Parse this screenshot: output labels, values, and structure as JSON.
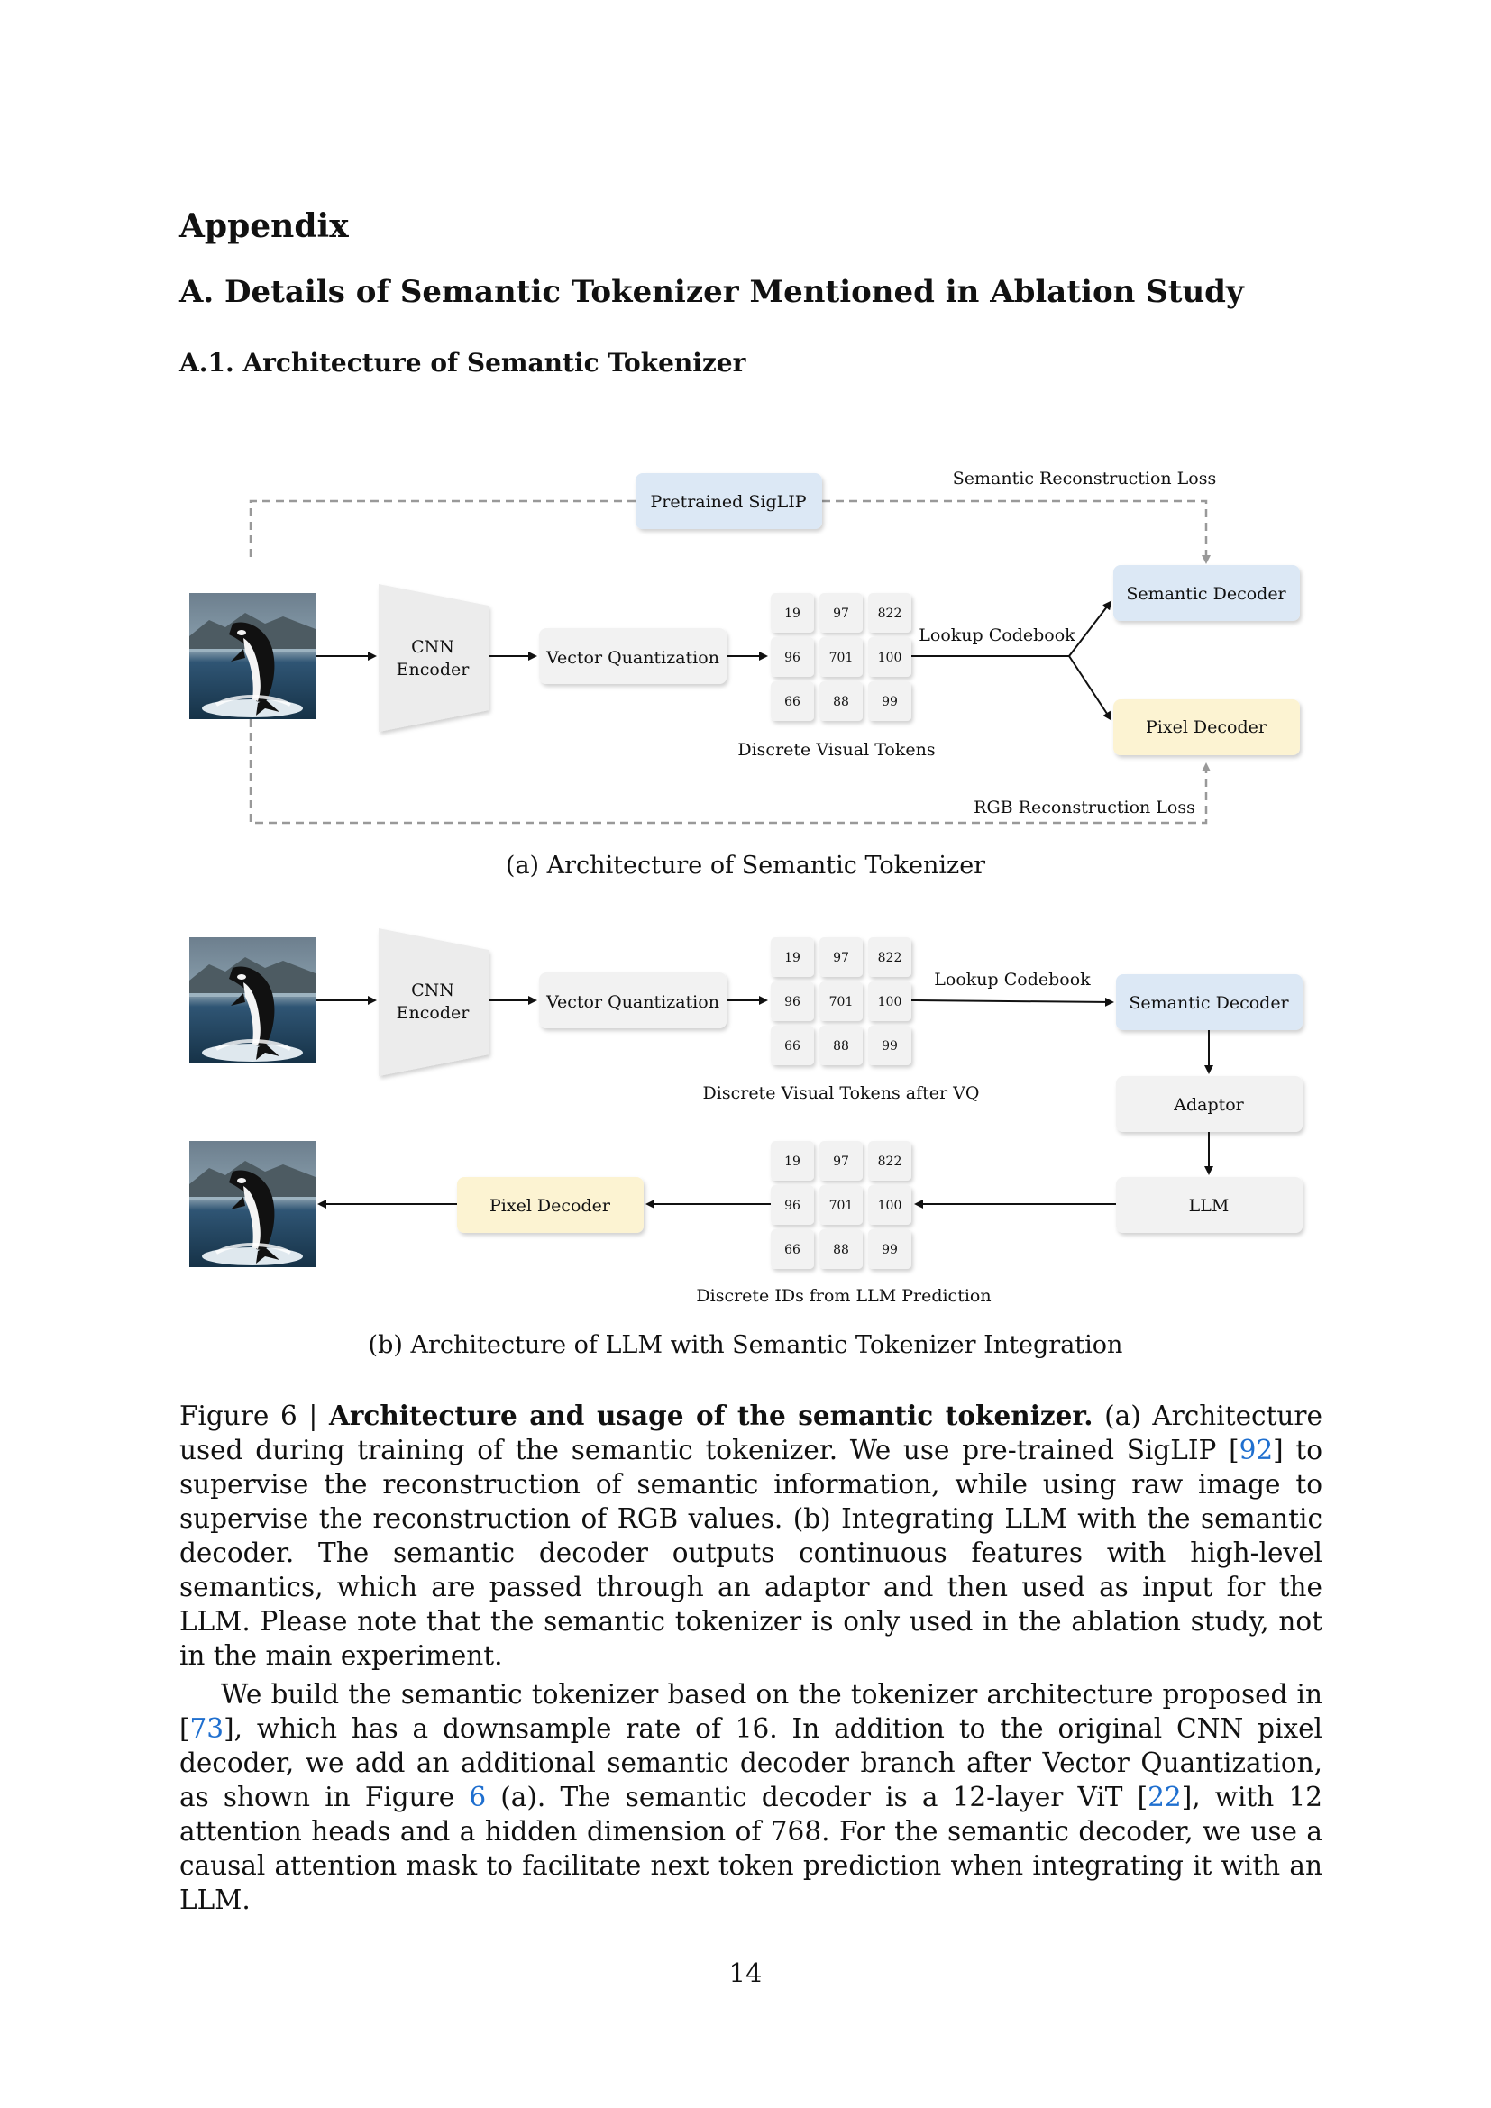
{
  "headings": {
    "appendix": "Appendix",
    "section": "A.  Details of Semantic Tokenizer Mentioned in Ablation Study",
    "subsection": "A.1.  Architecture of Semantic Tokenizer"
  },
  "figure_a": {
    "top_box": "Pretrained SigLIP",
    "semantic_loss": "Semantic Reconstruction Loss",
    "rgb_loss": "RGB Reconstruction Loss",
    "encoder_line1": "CNN",
    "encoder_line2": "Encoder",
    "vq": "Vector Quantization",
    "lookup": "Lookup Codebook",
    "semantic_decoder": "Semantic Decoder",
    "pixel_decoder": "Pixel Decoder",
    "tokens_caption": "Discrete Visual Tokens",
    "grid": [
      "19",
      "97",
      "822",
      "96",
      "701",
      "100",
      "66",
      "88",
      "99"
    ],
    "caption": "(a) Architecture of Semantic Tokenizer"
  },
  "figure_b": {
    "encoder_line1": "CNN",
    "encoder_line2": "Encoder",
    "vq": "Vector Quantization",
    "lookup": "Lookup Codebook",
    "semantic_decoder": "Semantic Decoder",
    "adaptor": "Adaptor",
    "llm": "LLM",
    "pixel_decoder": "Pixel Decoder",
    "tokens_caption_top": "Discrete Visual Tokens after VQ",
    "tokens_caption_bottom": "Discrete IDs from LLM Prediction",
    "grid": [
      "19",
      "97",
      "822",
      "96",
      "701",
      "100",
      "66",
      "88",
      "99"
    ],
    "caption": "(b) Architecture of LLM with Semantic Tokenizer Integration"
  },
  "figure_caption": {
    "label": "Figure 6 | ",
    "bold": "Architecture and usage of the semantic tokenizer.",
    "text_1": " (a) Architecture used during training of the semantic tokenizer. We use pre-trained SigLIP [",
    "cite_1": "92",
    "text_2": "] to supervise the reconstruction of semantic information, while using raw image to supervise the reconstruction of RGB values. (b) Integrating LLM with the semantic decoder.  The semantic decoder outputs continuous features with high-level semantics, which are passed through an adaptor and then used as input for the LLM. Please note that the semantic tokenizer is only used in the ablation study, not in the main experiment."
  },
  "body_paragraph": {
    "text_1": "We build the semantic tokenizer based on the tokenizer architecture proposed in [",
    "cite_1": "73",
    "text_2": "], which has a downsample rate of 16.  In addition to the original CNN pixel decoder, we add an additional semantic decoder branch after Vector Quantization, as shown in Figure ",
    "cite_2": "6",
    "text_3": " (a). The semantic decoder is a 12-layer ViT [",
    "cite_3": "22",
    "text_4": "], with 12 attention heads and a hidden dimension of 768. For the semantic decoder, we use a causal attention mask to facilitate next token prediction when integrating it with an LLM."
  },
  "page_number": "14",
  "colors": {
    "blue_box": "#dce8f5",
    "yellow_box": "#fcf3d2",
    "gray_box": "#f2f2f2",
    "cite": "#1f6fcf"
  },
  "images": [
    "orca-photo-icon",
    "orca-photo-icon",
    "orca-photo-icon"
  ]
}
